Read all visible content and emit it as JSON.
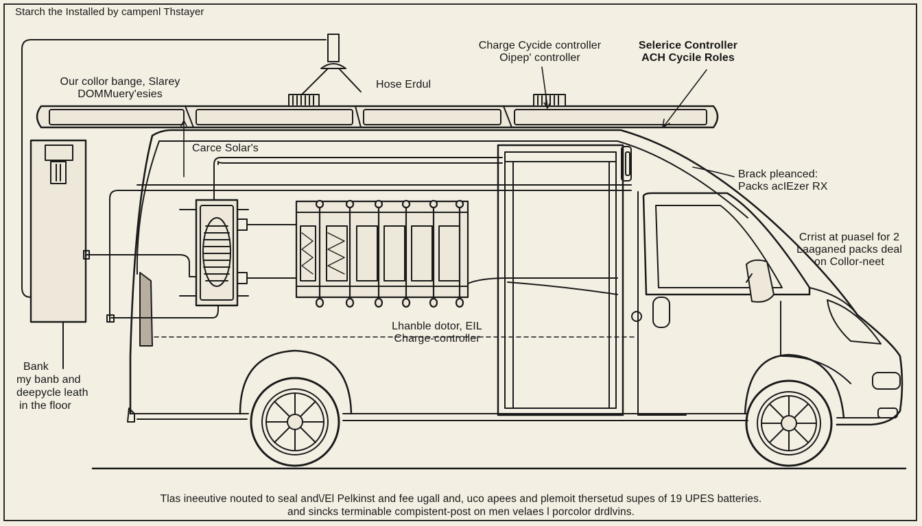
{
  "title": "Starch the Installed by campenl Thstayer",
  "labels": {
    "left_top_line1": "Our collor bange, Slarey",
    "left_top_line2": "DOMMuery'esies",
    "hose": "Hose Erdul",
    "charge_cycle_line1": "Charge Cycide controller",
    "charge_cycle_line2": "Oipep' controller",
    "selerice_line1": "Selerice Controller",
    "selerice_line2": "ACH Cycile Roles",
    "carce_solar": "Carce Solar's",
    "brack_line1": "Brack pleanced:",
    "brack_line2": "Packs acIEzer RX",
    "crrist_line1": "Crrist at puasel for 2",
    "crrist_line2": "Laaganed packs deal",
    "crrist_line3": "on Collor-neet",
    "lhanble_line1": "Lhanble dotor, EIL",
    "lhanble_line2": "Charge-controller",
    "bank_line1": "Bank",
    "bank_line2": "my banb and",
    "bank_line3": "deepycle leath",
    "bank_line4": "in the floor"
  },
  "caption": {
    "line1": "Tlas ineeutive nouted to seal and\\/El Pelkinst and fee ugall and, uco apees and plemoit thersetud supes of 19 UPES batteries.",
    "line2": "and sincks terminable compistent-post on men velaes l porcolor drdlvins."
  },
  "colors": {
    "background": "#f3efe3",
    "ink": "#1a1a1a",
    "panel": "#ede8da"
  }
}
